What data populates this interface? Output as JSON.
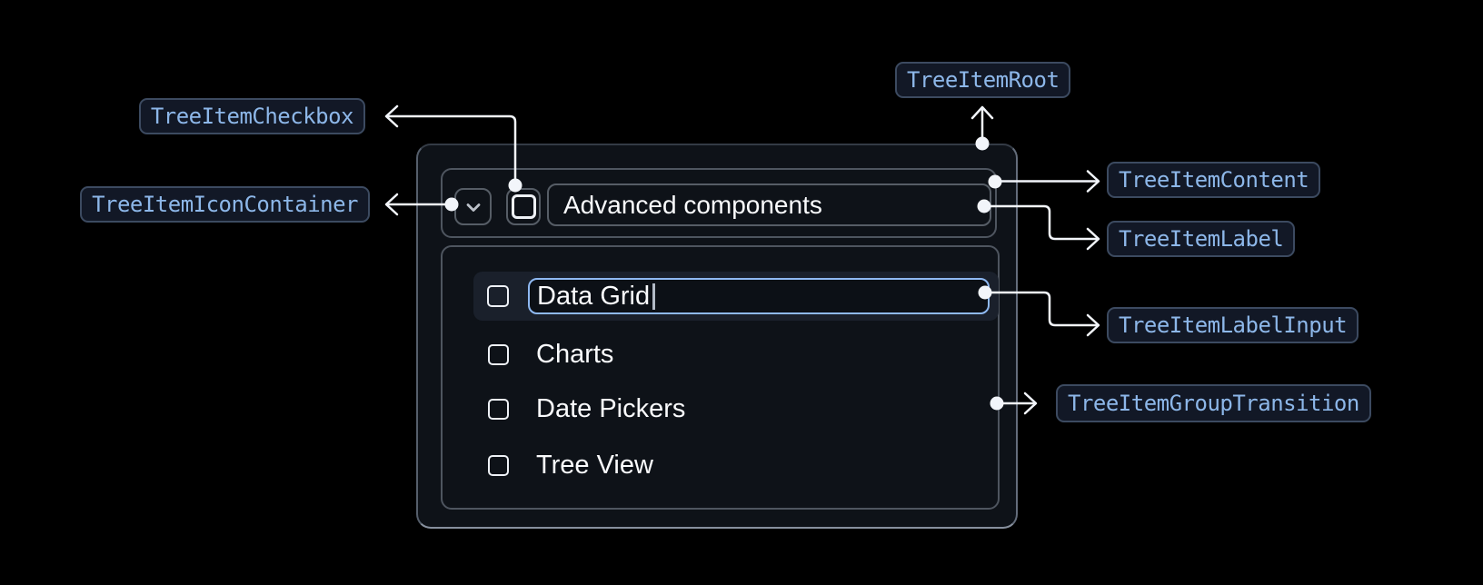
{
  "diagram": {
    "badges": {
      "checkbox": "TreeItemCheckbox",
      "icon_container": "TreeItemIconContainer",
      "root": "TreeItemRoot",
      "content": "TreeItemContent",
      "label": "TreeItemLabel",
      "label_input": "TreeItemLabelInput",
      "group_transition": "TreeItemGroupTransition"
    }
  },
  "tree": {
    "parent": {
      "label": "Advanced components",
      "expanded": true,
      "checked": false
    },
    "editing_item": {
      "value": "Data Grid",
      "checked": false
    },
    "items": [
      {
        "label": "Charts",
        "checked": false
      },
      {
        "label": "Date Pickers",
        "checked": false
      },
      {
        "label": "Tree View",
        "checked": false
      }
    ]
  },
  "colors": {
    "page_background": "#000000",
    "card_background": "#0e1218",
    "row_highlight": "#1a202b",
    "box_border": "#4e555f",
    "checkbox_border": "#eef1f6",
    "input_focus_border": "#8fb9f2",
    "badge_background": "#121826",
    "badge_border": "#3c4a60",
    "badge_text": "#8db7e9",
    "arrow": "#f2f5fa",
    "text": "#fafbfd"
  }
}
